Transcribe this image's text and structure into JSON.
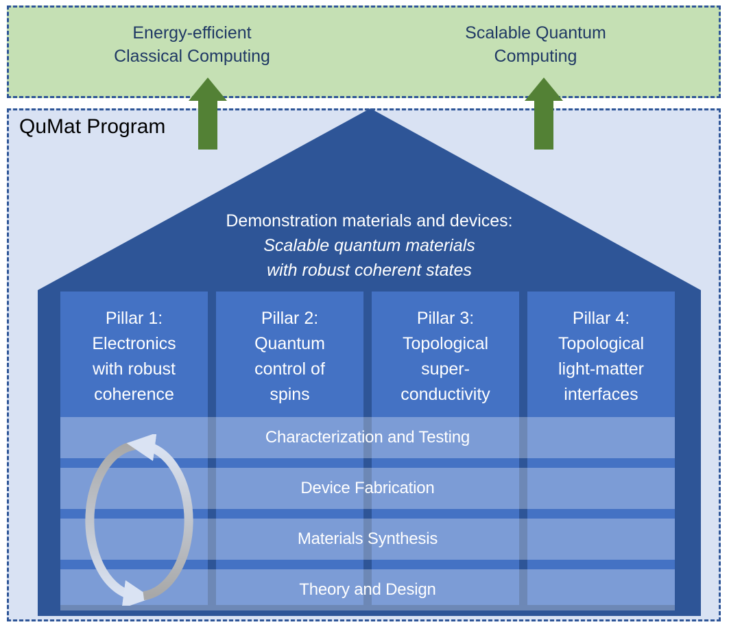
{
  "program": {
    "title": "QuMat Program",
    "outcomes": [
      {
        "label": "Energy-efficient\nClassical Computing"
      },
      {
        "label": "Scalable Quantum\nComputing"
      }
    ],
    "roof": {
      "heading": "Demonstration materials and devices:",
      "subheading_line1": "Scalable quantum materials",
      "subheading_line2": "with robust coherent states"
    },
    "pillars": [
      {
        "title": "Pillar 1:\nElectronics\nwith robust\ncoherence"
      },
      {
        "title": "Pillar 2:\nQuantum\ncontrol of\nspins"
      },
      {
        "title": "Pillar 3:\nTopological\nsuper-\nconductivity"
      },
      {
        "title": "Pillar 4:\nTopological\nlight-matter\ninterfaces"
      }
    ],
    "bands": [
      {
        "label": "Characterization and Testing"
      },
      {
        "label": "Device Fabrication"
      },
      {
        "label": "Materials Synthesis"
      },
      {
        "label": "Theory and Design"
      }
    ],
    "icons": {
      "up_arrow": "up-arrow-icon",
      "cycle": "cycle-arrows-icon"
    },
    "colors": {
      "banner_green": "#c5e0b4",
      "banner_text_navy": "#1f3864",
      "arrow_green": "#538135",
      "house_dark_blue": "#2e5597",
      "pillar_blue": "#4472c4",
      "program_box_blue": "#d9e2f3",
      "dashed_border_blue": "#2e5597",
      "cycle_light": "#dae3f3",
      "cycle_gray": "#a8a8a8",
      "white_text": "#ffffff"
    }
  }
}
